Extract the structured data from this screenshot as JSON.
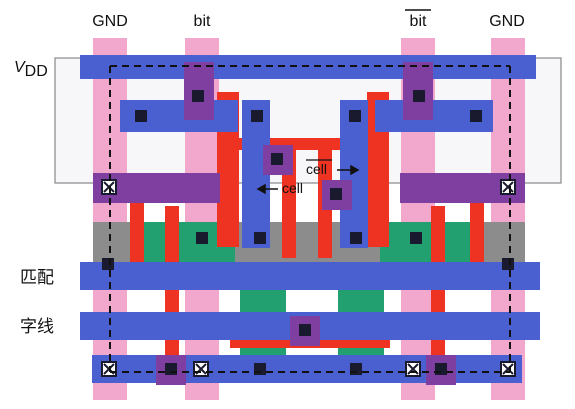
{
  "labels": {
    "gnd_left": "GND",
    "bit": "bit",
    "bit_bar": "bit",
    "gnd_right": "GND",
    "vdd_main": "V",
    "vdd_sub": "DD",
    "match": "匹配",
    "wordline": "字线",
    "cell_bar": "cell",
    "cell": "cell"
  },
  "colors": {
    "pink_column": "#f2a8cc",
    "metal_blue": "#4a5fd0",
    "metal_purple": "#7e3fa0",
    "poly_red": "#ee3322",
    "diffusion_green": "#22a070",
    "diffusion_gray": "#8c8c8c",
    "contact": "#1a1a2e",
    "implant_yellow": "#f0e14a",
    "outline": "#888888"
  }
}
